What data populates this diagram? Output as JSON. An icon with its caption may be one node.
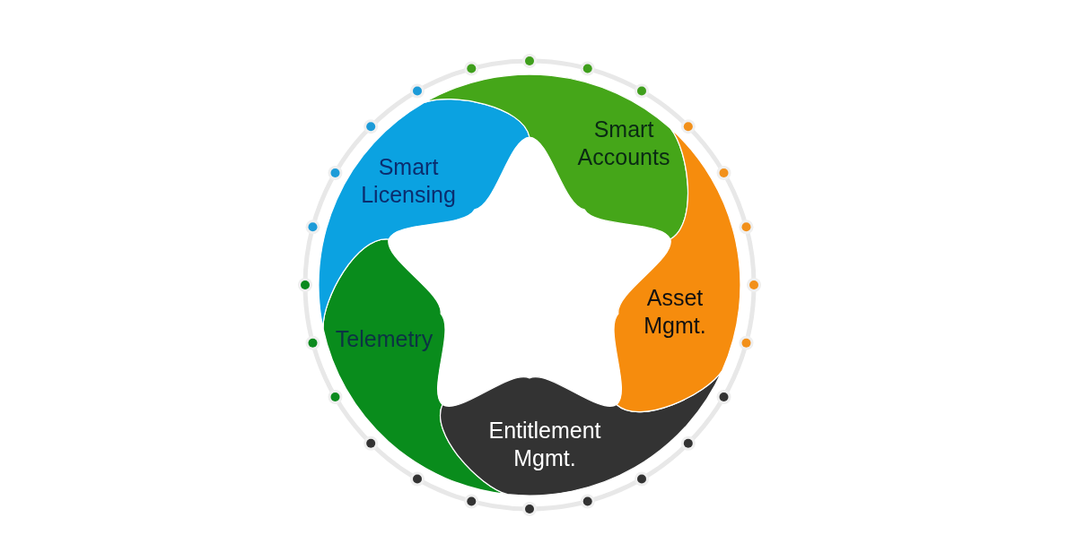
{
  "diagram": {
    "nodes": [
      {
        "text": [
          "Smart Licensing"
        ]
      },
      {
        "text": [
          "Smart Accounts"
        ]
      },
      {
        "text": [
          "Asset Mgmt."
        ]
      },
      {
        "text": [
          "Entitlement Mgmt."
        ]
      },
      {
        "text": [
          "Telemetry"
        ]
      }
    ]
  }
}
